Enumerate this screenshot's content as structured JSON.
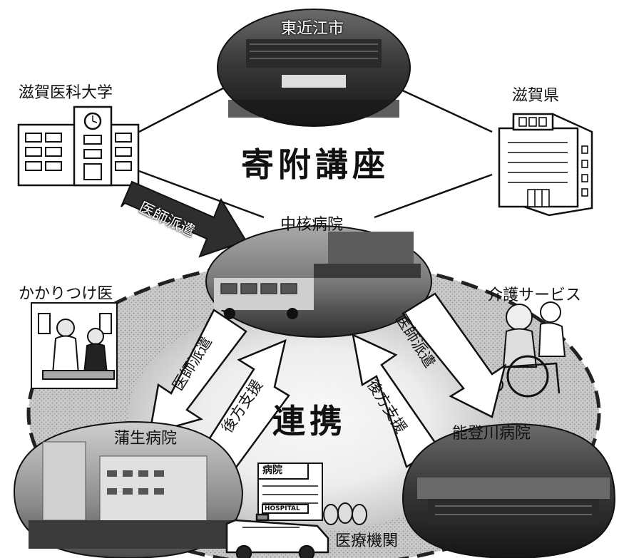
{
  "labels": {
    "city": "東近江市",
    "university": "滋賀医科大学",
    "prefecture": "滋賀県",
    "endowed_course": "寄附講座",
    "core_hospital": "中核病院",
    "family_doctor": "かかりつけ医",
    "care_service": "介護サービス",
    "cooperation": "連携",
    "gamo_hospital": "蒲生病院",
    "notogawa_hospital": "能登川病院",
    "medical_institutions": "医療機関"
  },
  "arrows": {
    "dispatch_top": "医師派遣",
    "dispatch_left": "医師派遣",
    "support_left": "後方支援",
    "dispatch_right": "医師派遣",
    "support_right": "後方支援"
  },
  "signs": {
    "hospital_kanji": "病院",
    "hospital_en": "HOSPITAL"
  }
}
